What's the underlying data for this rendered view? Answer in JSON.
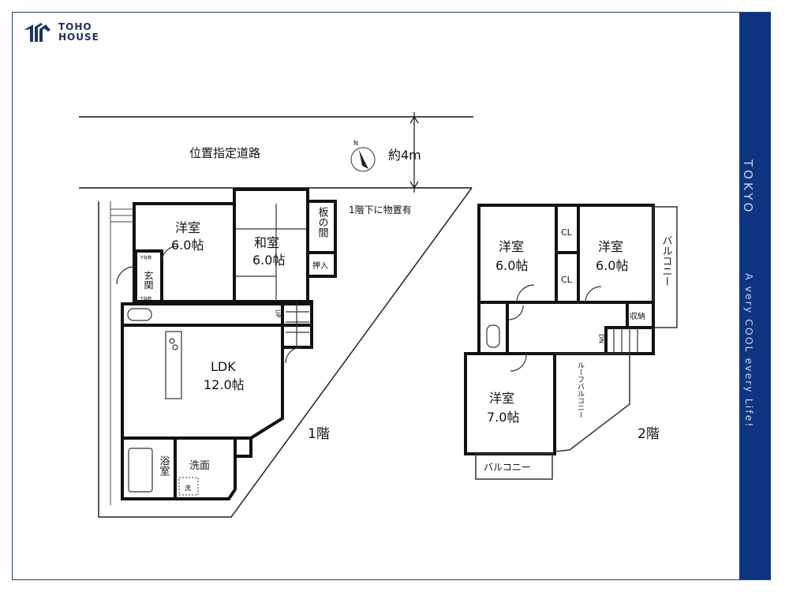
{
  "brand": {
    "line1": "TOHO",
    "line2": "HOUSE"
  },
  "banner": {
    "city": "TOKYO",
    "tagline": "A very COOL every Life!",
    "color": "#0d3580"
  },
  "site": {
    "road_label": "位置指定道路",
    "road_width": "約4m",
    "compass_label": "N",
    "storage_note": "1階下に物置有"
  },
  "floor1": {
    "label": "1階",
    "western_room": {
      "name": "洋室",
      "size": "6.0帖"
    },
    "japanese_room": {
      "name": "和室",
      "size": "6.0帖"
    },
    "wood_floor": "板の間",
    "closet": "押入",
    "entrance": "玄関",
    "shoe_box": "下駄箱",
    "stairs": "UP",
    "ldk": {
      "name": "LDK",
      "size": "12.0帖"
    },
    "bath": "浴室",
    "washroom": "洗面",
    "washer": "洗"
  },
  "floor2": {
    "label": "2階",
    "western_left": {
      "name": "洋室",
      "size": "6.0帖"
    },
    "western_right": {
      "name": "洋室",
      "size": "6.0帖"
    },
    "western_bottom": {
      "name": "洋室",
      "size": "7.0帖"
    },
    "closet": "CL",
    "storage": "収納",
    "stairs": "DN",
    "balcony_right": "バルコニー",
    "balcony_bottom": "バルコニー",
    "roof_balcony": "ルーフバルコニー"
  }
}
